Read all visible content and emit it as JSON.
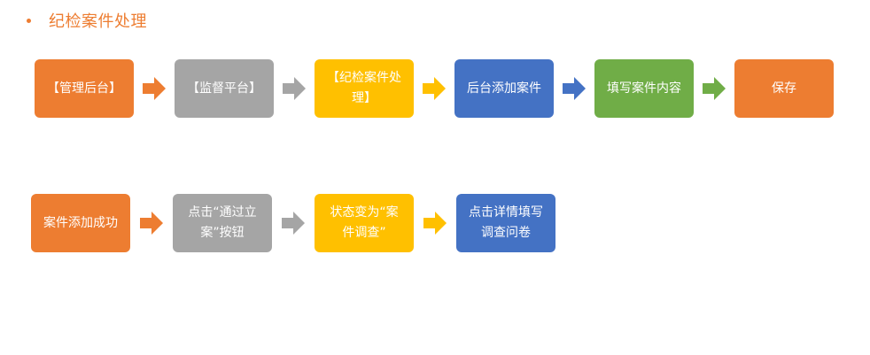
{
  "title": "纪检案件处理",
  "colors": {
    "accent": "#ED7D31",
    "orange": "#ED7D31",
    "gray": "#A5A5A5",
    "yellow": "#FFC000",
    "blue": "#4472C4",
    "green": "#70AD47"
  },
  "row1": [
    {
      "label": "【管理后台】",
      "color": "#ED7D31"
    },
    {
      "label": "【监督平台】",
      "color": "#A5A5A5"
    },
    {
      "label": "【纪检案件处理】",
      "color": "#FFC000"
    },
    {
      "label": "后台添加案件",
      "color": "#4472C4"
    },
    {
      "label": "填写案件内容",
      "color": "#70AD47"
    },
    {
      "label": "保存",
      "color": "#ED7D31"
    }
  ],
  "row2": [
    {
      "label": "案件添加成功",
      "color": "#ED7D31"
    },
    {
      "label": "点击“通过立案”按钮",
      "color": "#A5A5A5"
    },
    {
      "label": "状态变为“案件调查”",
      "color": "#FFC000"
    },
    {
      "label": "点击详情填写调查问卷",
      "color": "#4472C4"
    }
  ]
}
